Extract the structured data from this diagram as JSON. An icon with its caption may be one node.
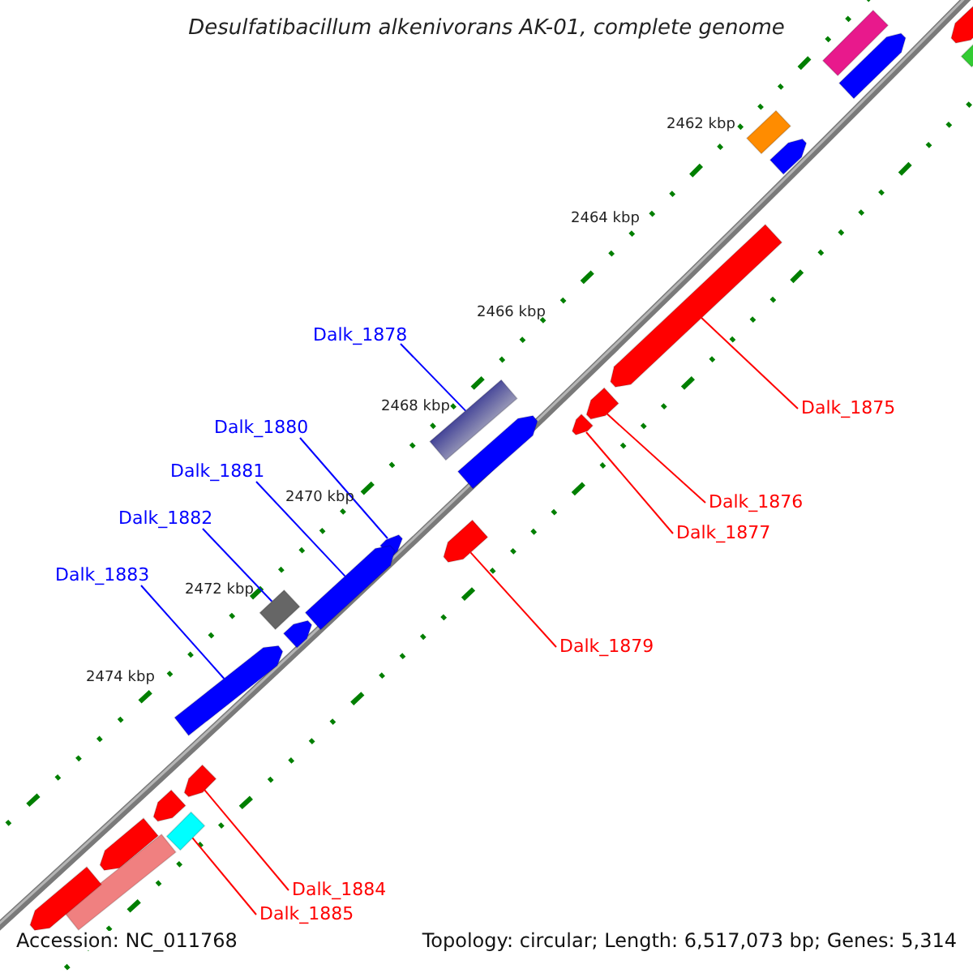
{
  "diagram": {
    "title": "Desulfatibacillum alkenivorans AK-01, complete genome",
    "nodes": [
      {
        "text": [
          "Dalk_1878"
        ]
      },
      {
        "text": [
          "Dalk_1875"
        ]
      },
      {
        "text": [
          "Dalk_1880"
        ]
      },
      {
        "text": [
          "Dalk_1881"
        ]
      },
      {
        "text": [
          "Dalk_1876"
        ]
      },
      {
        "text": [
          "Dalk_1877"
        ]
      },
      {
        "text": [
          "Dalk_1882"
        ]
      },
      {
        "text": [
          "Dalk_1883"
        ]
      },
      {
        "text": [
          "Dalk_1879"
        ]
      },
      {
        "text": [
          "Dalk_1884"
        ]
      },
      {
        "text": [
          "Dalk_1885"
        ]
      },
      {
        "text": [],
        "shape": "arrow"
      },
      {
        "text": [],
        "shape": "bar"
      },
      {
        "text": [],
        "shape": "bar"
      },
      {
        "text": [],
        "shape": "arrow"
      },
      {
        "text": [],
        "shape": "bar"
      },
      {
        "text": [],
        "shape": "arrow"
      },
      {
        "text": [],
        "shape": "arrow"
      },
      {
        "text": [],
        "shape": "bar"
      },
      {
        "text": [],
        "shape": "arrow"
      },
      {
        "text": [],
        "shape": "arrow"
      },
      {
        "text": [],
        "shape": "arrow"
      },
      {
        "text": [],
        "shape": "arrow"
      },
      {
        "text": [],
        "shape": "arrow"
      },
      {
        "text": [],
        "shape": "arrow"
      },
      {
        "text": [],
        "shape": "bar"
      },
      {
        "text": [],
        "shape": "arrow"
      },
      {
        "text": [],
        "shape": "arrow"
      },
      {
        "text": [],
        "shape": "arrow"
      },
      {
        "text": [],
        "shape": "arrow"
      },
      {
        "text": [],
        "shape": "bar"
      },
      {
        "text": [],
        "shape": "arrow"
      },
      {
        "text": [],
        "shape": "bar"
      },
      {
        "text": [],
        "shape": "arrow"
      }
    ],
    "edges": [
      {
        "from": 0,
        "to": 18,
        "arrow": "none",
        "color": "#0000ff"
      },
      {
        "from": 1,
        "to": 17,
        "arrow": "none"
      },
      {
        "from": 2,
        "to": 22,
        "arrow": "none",
        "color": "#0000ff"
      },
      {
        "from": 3,
        "to": 23,
        "arrow": "none",
        "color": "#0000ff"
      },
      {
        "from": 4,
        "to": 20,
        "arrow": "none"
      },
      {
        "from": 5,
        "to": 21,
        "arrow": "none"
      },
      {
        "from": 6,
        "to": 25,
        "arrow": "none",
        "color": "#0000ff"
      },
      {
        "from": 7,
        "to": 27,
        "arrow": "none",
        "color": "#0000ff"
      },
      {
        "from": 8,
        "to": 24,
        "arrow": "none"
      },
      {
        "from": 9,
        "to": 28,
        "arrow": "none"
      },
      {
        "from": 10,
        "to": 30,
        "arrow": "none"
      }
    ],
    "labels": [
      "2462 kbp",
      "2464 kbp",
      "2466 kbp",
      "2468 kbp",
      "2470 kbp",
      "2472 kbp",
      "2474 kbp",
      "Accession: NC_011768",
      "Topology: circular; Length: 6,517,073 bp; Genes: 5,314"
    ]
  }
}
